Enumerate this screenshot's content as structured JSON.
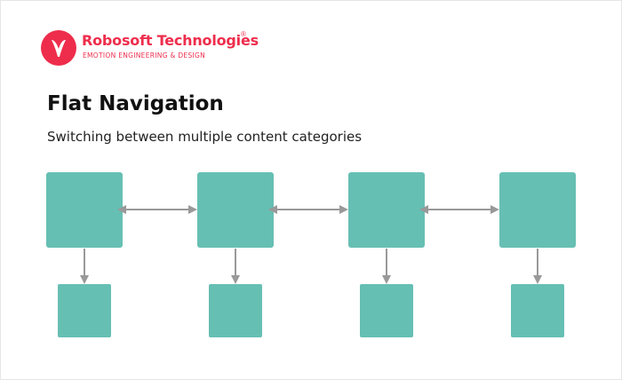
{
  "logo": {
    "brand_name": "Robosoft Technologies",
    "registered_mark": "®",
    "tagline": "EMOTION ENGINEERING & DESIGN",
    "brand_color": "#ee2d4c"
  },
  "heading": {
    "title": "Flat Navigation",
    "subtitle": "Switching between multiple content categories"
  },
  "diagram": {
    "node_color": "#66bfb3",
    "arrow_color": "#999999",
    "top_nodes": 4,
    "child_nodes": 4
  }
}
